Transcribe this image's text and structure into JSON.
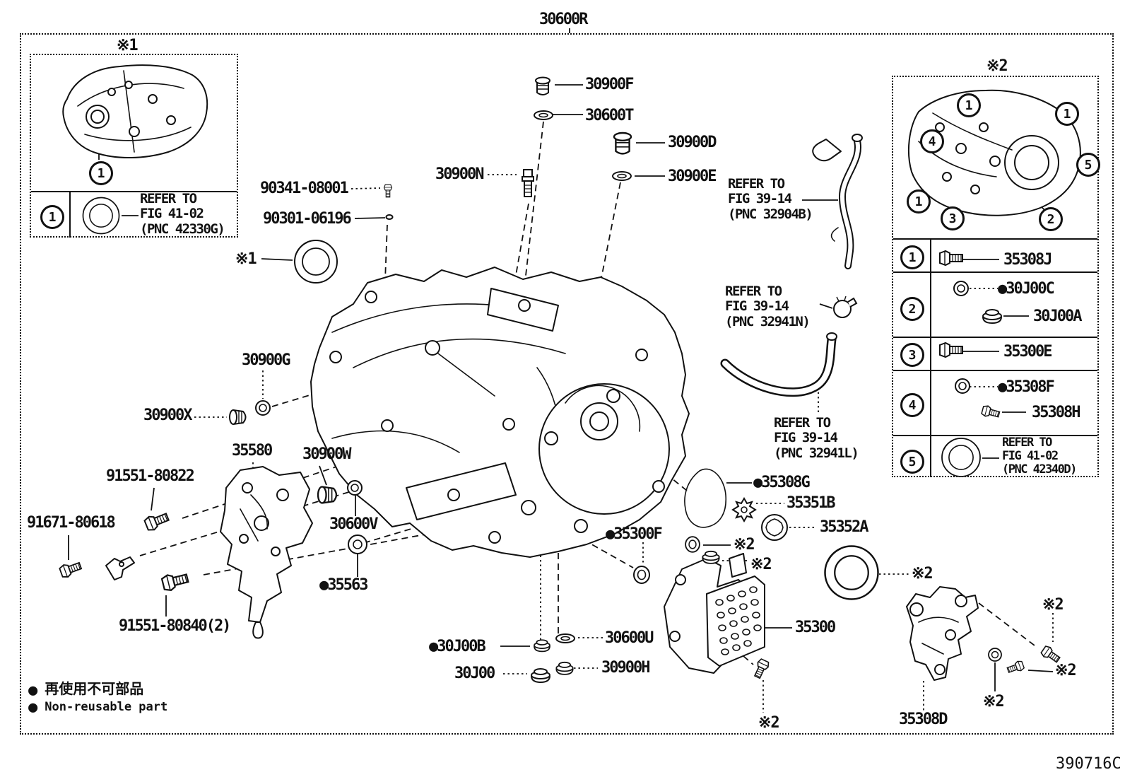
{
  "doc_number": "390716C",
  "title": "30600R",
  "marks": {
    "x1": "※1",
    "x2": "※2"
  },
  "legend": {
    "bullet": "●",
    "jp": "再使用不可部品",
    "en": "Non-reusable part"
  },
  "refs": {
    "refer_to": "REFER TO",
    "fig_39_14": "FIG 39-14",
    "fig_41_02": "FIG 41-02",
    "pnc_32904b": "(PNC 32904B)",
    "pnc_32941n": "(PNC 32941N)",
    "pnc_32941l": "(PNC 32941L)",
    "pnc_42330g": "(PNC 42330G)",
    "pnc_42340d": "(PNC 42340D)"
  },
  "parts": {
    "p30900f": "30900F",
    "p30600t": "30600T",
    "p30900d": "30900D",
    "p30900e": "30900E",
    "p30900n": "30900N",
    "p90341_08001": "90341-08001",
    "p90301_06196": "90301-06196",
    "p30900g": "30900G",
    "p30900x": "30900X",
    "p35580": "35580",
    "p91551_80822": "91551-80822",
    "p91671_80618": "91671-80618",
    "p30900w": "30900W",
    "p30600v": "30600V",
    "p35563": "●35563",
    "p91551_80840": "91551-80840(2)",
    "p30j00b": "●30J00B",
    "p30j00": "30J00",
    "p30600u": "30600U",
    "p30900h": "30900H",
    "p35308g": "●35308G",
    "p35351b": "35351B",
    "p35352a": "35352A",
    "p35300f": "●35300F",
    "p35300": "35300",
    "p35308d": "35308D"
  },
  "icons": {
    "seal": "oil-seal-icon",
    "bolt": "bolt-icon",
    "oring": "o-ring-icon",
    "plug": "plug-icon"
  },
  "inset1": {
    "callout": "1",
    "legend_num": "1"
  },
  "inset2": {
    "callouts": {
      "c1": "1",
      "c2": "2",
      "c3": "3",
      "c4": "4",
      "c5": "5"
    },
    "rows": [
      {
        "num": "1",
        "a": "35308J"
      },
      {
        "num": "2",
        "a": "●30J00C",
        "b": "30J00A"
      },
      {
        "num": "3",
        "a": "35300E"
      },
      {
        "num": "4",
        "a": "●35308F",
        "b": "35308H"
      },
      {
        "num": "5"
      }
    ]
  }
}
